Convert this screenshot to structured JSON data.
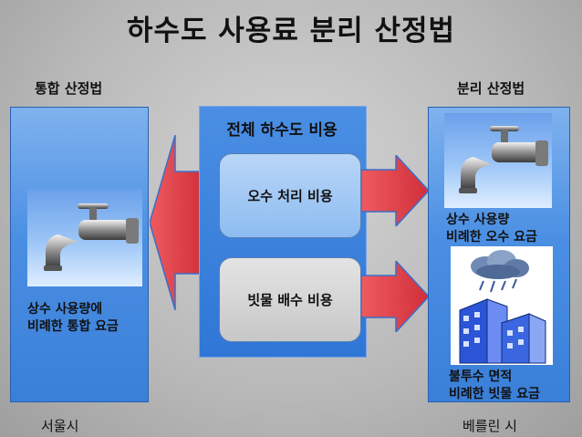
{
  "title": "하수도 사용료  분리 산정법",
  "left": {
    "heading": "통합 산정법",
    "caption_line1": "상수 사용량에",
    "caption_line2": "비례한 통합 요금",
    "city": "서울시",
    "image_icon": "faucet-icon"
  },
  "center": {
    "heading": "전체 하수도 비용",
    "item1": "오수 처리 비용",
    "item2": "빗물 배수 비용"
  },
  "right": {
    "heading": "분리 산정법",
    "caption1_line1": "상수 사용량",
    "caption1_line2": "비례한 오수 요금",
    "caption2_line1": "불투수 면적",
    "caption2_line2": "비례한 빗물 요금",
    "city": "베를린 시",
    "image_icons": [
      "faucet-icon",
      "rain-cloud-icon",
      "buildings-icon"
    ]
  },
  "colors": {
    "panel_blue": "#4a8fe3",
    "arrow_red": "#e0414a",
    "light_blue": "#b9d6f7",
    "light_gray": "#d9d9d9"
  }
}
